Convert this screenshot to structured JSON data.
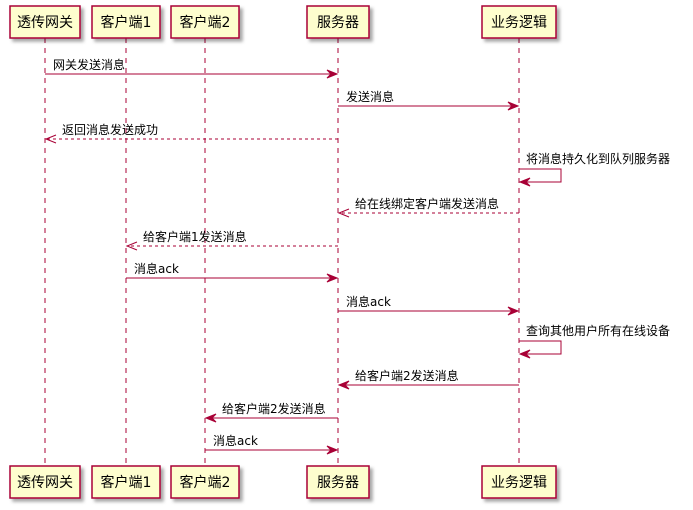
{
  "colors": {
    "participant_fill": "#FEFECE",
    "participant_border": "#A80036",
    "arrow": "#A80036",
    "text": "#000000"
  },
  "participants": [
    {
      "id": "gateway",
      "label": "透传网关"
    },
    {
      "id": "client1",
      "label": "客户端1"
    },
    {
      "id": "client2",
      "label": "客户端2"
    },
    {
      "id": "server",
      "label": "服务器"
    },
    {
      "id": "logic",
      "label": "业务逻辑"
    }
  ],
  "messages": [
    {
      "from": "gateway",
      "to": "server",
      "label": "网关发送消息",
      "style": "solid"
    },
    {
      "from": "server",
      "to": "logic",
      "label": "发送消息",
      "style": "solid"
    },
    {
      "from": "server",
      "to": "gateway",
      "label": "返回消息发送成功",
      "style": "dashed"
    },
    {
      "from": "logic",
      "to": "logic",
      "label": "将消息持久化到队列服务器",
      "style": "solid"
    },
    {
      "from": "logic",
      "to": "server",
      "label": "给在线绑定客户端发送消息",
      "style": "dashed"
    },
    {
      "from": "server",
      "to": "client1",
      "label": "给客户端1发送消息",
      "style": "dashed"
    },
    {
      "from": "client1",
      "to": "server",
      "label": "消息ack",
      "style": "solid"
    },
    {
      "from": "server",
      "to": "logic",
      "label": "消息ack",
      "style": "solid"
    },
    {
      "from": "logic",
      "to": "logic",
      "label": "查询其他用户所有在线设备",
      "style": "solid"
    },
    {
      "from": "logic",
      "to": "server",
      "label": "给客户端2发送消息",
      "style": "solid"
    },
    {
      "from": "server",
      "to": "client2",
      "label": "给客户端2发送消息",
      "style": "solid"
    },
    {
      "from": "client2",
      "to": "server",
      "label": "消息ack",
      "style": "solid"
    }
  ]
}
